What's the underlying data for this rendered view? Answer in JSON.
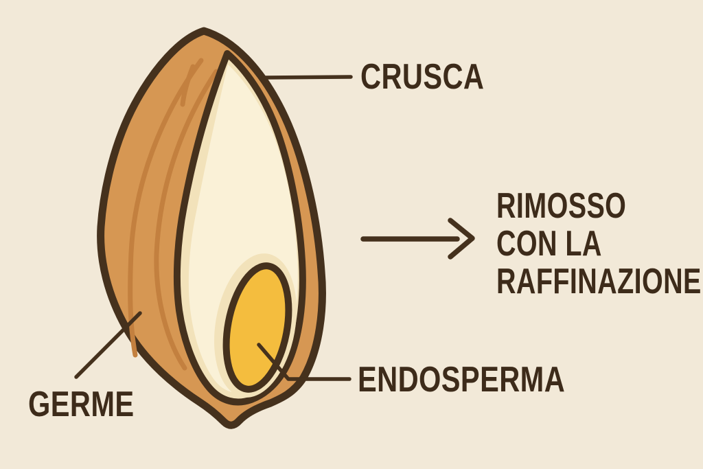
{
  "colors": {
    "background": "#f2e9d8",
    "outline": "#45311d",
    "text": "#3d2b1a",
    "bran": "#d69753",
    "bran-streak": "#c3803f",
    "cream-light": "#faf1d7",
    "cream-shade": "#f2e2ba",
    "germ-yellow": "#f4bd3e"
  },
  "diagram": {
    "labels": {
      "crusca": "CRUSCA",
      "germe": "GERME",
      "endosperma": "ENDOSPERMA"
    },
    "note": {
      "lines": [
        "RIMOSSO",
        "CON LA",
        "RAFFINAZIONE"
      ]
    }
  }
}
